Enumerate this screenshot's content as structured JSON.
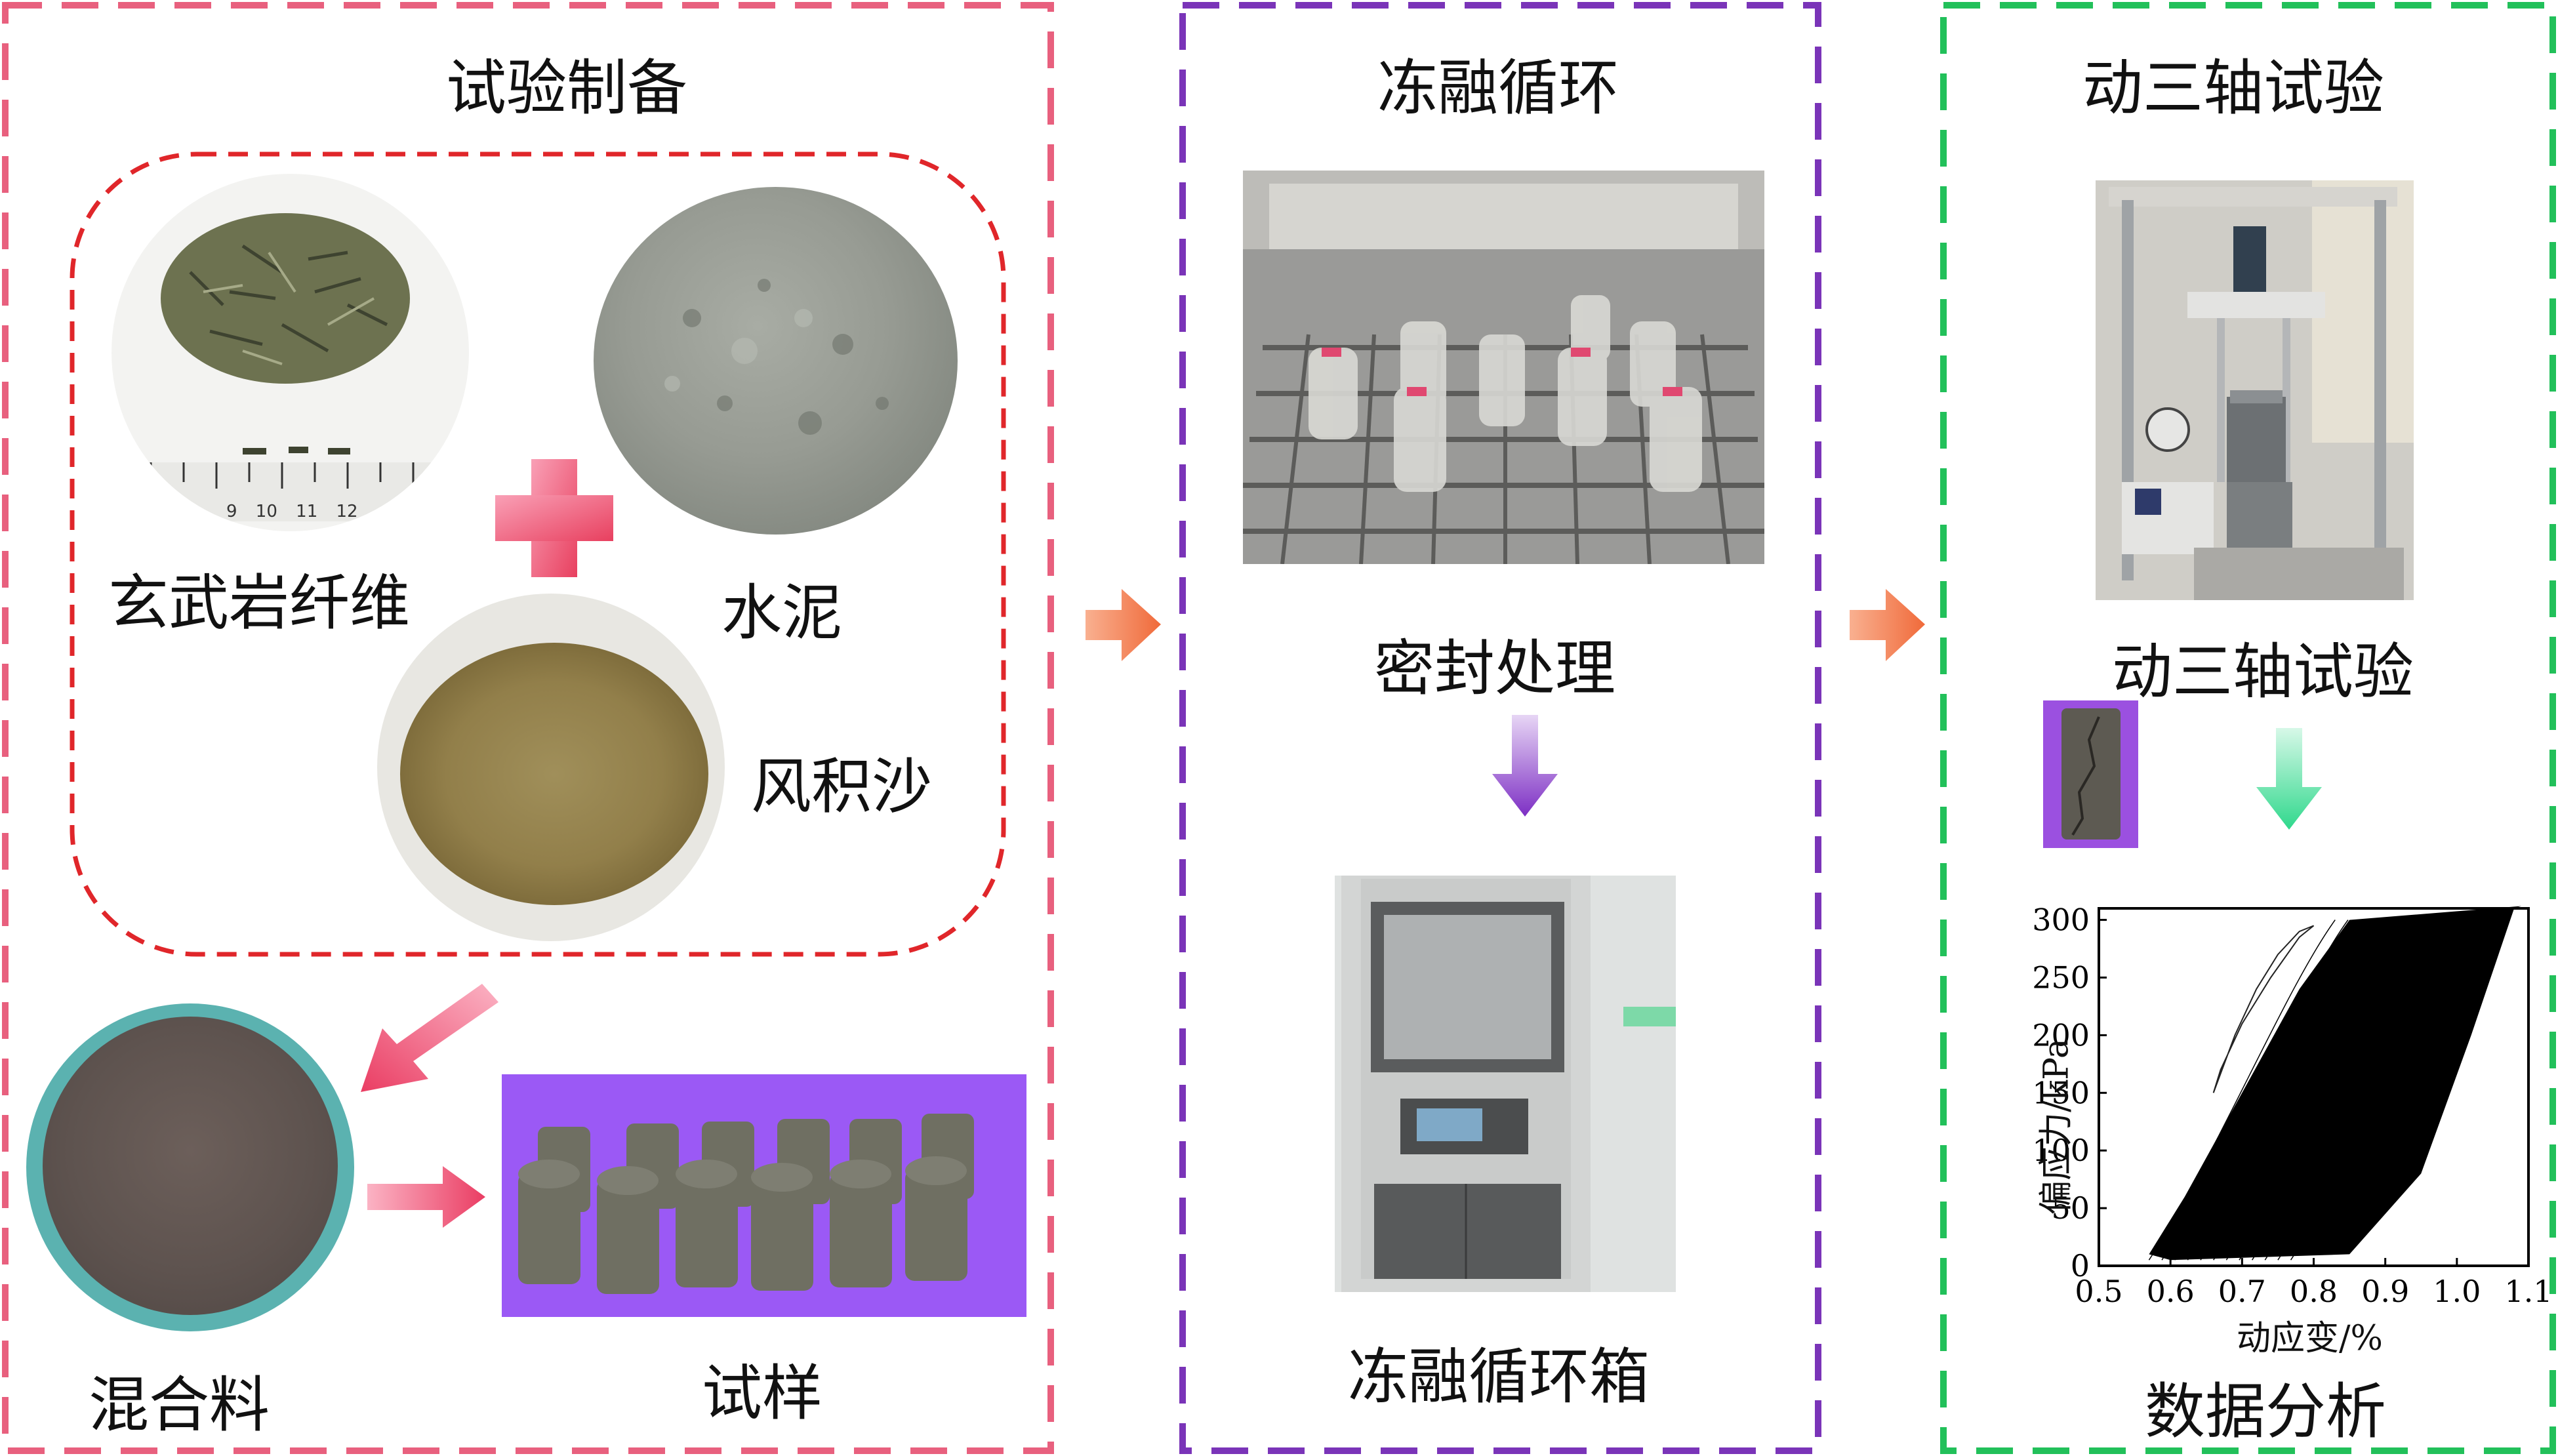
{
  "colors": {
    "panel_prep": "#e8607e",
    "panel_freeze": "#7a34b8",
    "panel_triaxial": "#22c05a",
    "inner_dash": "#e0262a",
    "flow_arrow": "#f27a55",
    "down_arrow_purple": "#7d2fc4",
    "down_arrow_green": "#2fd88c",
    "pink_arrow": "#f04c72",
    "specimen_bg": "#9b59f5",
    "ct_specimen_bg": "#9b50e0"
  },
  "panels": {
    "prep": {
      "title": "试验制备"
    },
    "freeze": {
      "title": "冻融循环"
    },
    "triaxial": {
      "title": "动三轴试验"
    }
  },
  "labels": {
    "basalt_fiber": "玄武岩纤维",
    "cement": "水泥",
    "aeolian_sand": "风积沙",
    "mixture": "混合料",
    "specimen": "试样",
    "ruler_ticks": "9 10 11 12",
    "sealing": "密封处理",
    "freeze_thaw_box": "冻融循环箱",
    "dynamic_triaxial_test": "动三轴试验",
    "data_analysis": "数据分析"
  },
  "chart_data": {
    "type": "line",
    "title": "",
    "xlabel": "动应变/%",
    "ylabel": "偏应力/kPa",
    "xlim": [
      0.5,
      1.1
    ],
    "ylim": [
      0,
      310
    ],
    "xticks": [
      "0.5",
      "0.6",
      "0.7",
      "0.8",
      "0.9",
      "1.0",
      "1.1"
    ],
    "yticks": [
      "0",
      "50",
      "100",
      "150",
      "200",
      "250",
      "300"
    ],
    "xtick_values": [
      0.5,
      0.6,
      0.7,
      0.8,
      0.9,
      1.0,
      1.1
    ],
    "ytick_values": [
      0,
      50,
      100,
      150,
      200,
      250,
      300
    ],
    "series": [
      {
        "description": "hysteresis loops, first cycle",
        "x": [
          0.66,
          0.69,
          0.72,
          0.75,
          0.78,
          0.8,
          0.78,
          0.74,
          0.7,
          0.67,
          0.66
        ],
        "y": [
          150,
          200,
          240,
          270,
          290,
          295,
          285,
          250,
          210,
          170,
          150
        ]
      },
      {
        "description": "loop envelope lower strain",
        "x": [
          0.57,
          0.62,
          0.7,
          0.78,
          0.85
        ],
        "y": [
          10,
          60,
          150,
          240,
          300
        ]
      },
      {
        "description": "loop envelope upper strain",
        "x": [
          0.85,
          0.95,
          1.02,
          1.08
        ],
        "y": [
          10,
          80,
          200,
          310
        ]
      }
    ],
    "grid": false
  }
}
